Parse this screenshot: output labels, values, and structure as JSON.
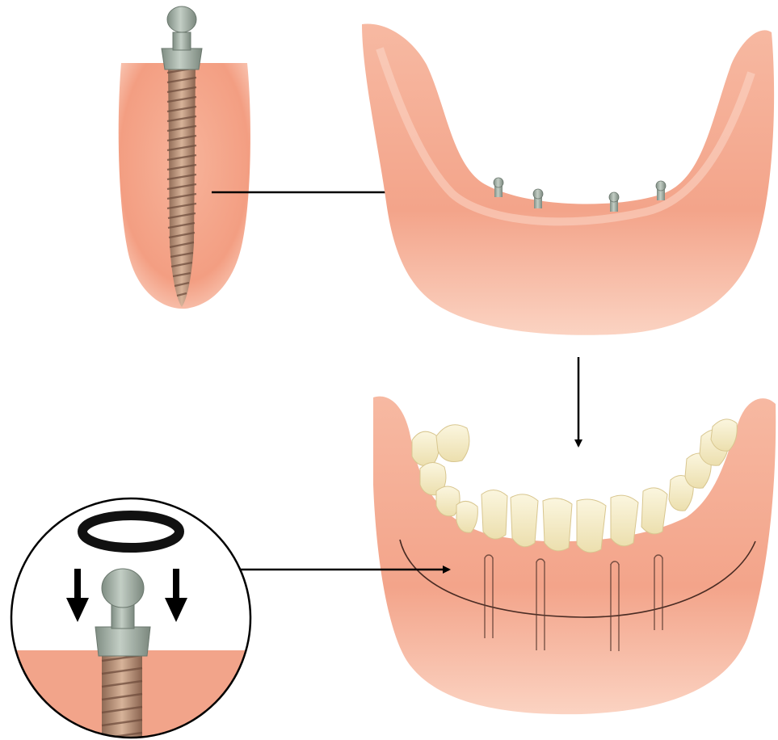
{
  "diagram": {
    "type": "dental-implant-overdenture-illustration",
    "panels": [
      "single-implant-cross-section",
      "lower-arch-with-four-implants",
      "o-ring-attachment-detail",
      "lower-overdenture-seated-on-implants"
    ],
    "implant_count": 4,
    "colors": {
      "gum": "#f3a98f",
      "gum_light": "#fbd0bd",
      "gum_dark": "#e78c72",
      "implant_head": "#9aa79c",
      "implant_thread": "#b48a6f",
      "tooth": "#f7f0cf",
      "o_ring": "#111111",
      "arrow": "#000000",
      "background": "#ffffff"
    },
    "icons": [
      "arrow-right-icon",
      "arrow-down-icon",
      "o-ring-icon"
    ]
  }
}
